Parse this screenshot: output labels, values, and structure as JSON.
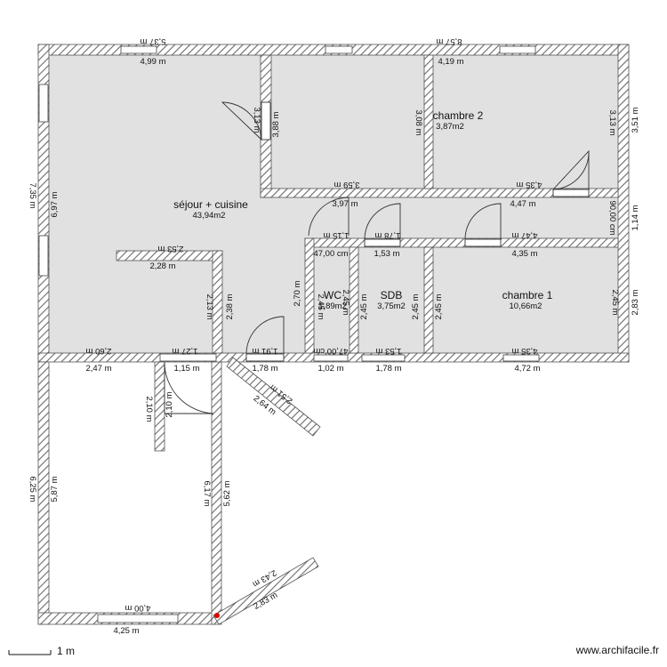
{
  "rooms": {
    "sejour": {
      "name": "séjour + cuisine",
      "area": "43,94m2"
    },
    "chambre2": {
      "name": "chambre 2",
      "area": "3,87m2"
    },
    "chambre1": {
      "name": "chambre 1",
      "area": "10,66m2"
    },
    "sdb": {
      "name": "SDB",
      "area": "3,75m2"
    },
    "wc": {
      "name": "WC",
      "area": "1,89m2"
    }
  },
  "dims": {
    "top_outer_left": "5,37 m",
    "top_inner_left": "4,99 m",
    "top_outer_right": "8,57 m",
    "top_inner_right": "4,19 m",
    "left_outer": "7,35 m",
    "left_inner": "6,97 m",
    "ch2_left_a": "3,13 m",
    "ch2_left_b": "3,88 m",
    "ch2_mid": "3,08 m",
    "ch2_right_inner": "3,13 m",
    "right_outer_top": "3,51 m",
    "ch2_bottom_a": "3,59 m",
    "ch2_bottom_b": "3,97 m",
    "ch2_bottom_c": "4,35 m",
    "ch2_bottom_d": "4,47 m",
    "corr_right": "90,00 cm",
    "right_114": "1,14 m",
    "corr_a": "1,15 m",
    "corr_b": "1,78 m",
    "corr_c": "4,47 m",
    "corr_d": "47,00 cm",
    "corr_e": "1,53 m",
    "corr_f": "4,35 m",
    "shelf_a": "2,53 m",
    "shelf_b": "2,28 m",
    "shelf_c": "2,13 m",
    "shelf_d": "2,38 m",
    "wall_270": "2,70 m",
    "wc_a": "2,45 m",
    "wc_b": "2,45 m",
    "sdb_a": "2,45 m",
    "sdb_b": "2,45 m",
    "ch1_a": "2,45 m",
    "right_outer_bottom": "2,83 m",
    "midwall_a": "2,60 m",
    "midwall_b": "2,47 m",
    "midwall_c": "1,27 m",
    "midwall_d": "1,15 m",
    "midwall_e": "1,91 m",
    "midwall_f": "1,78 m",
    "midwall_g": "47,00 cm",
    "midwall_h": "1,02 m",
    "midwall_i": "1,53 m",
    "midwall_j": "1,78 m",
    "midwall_k": "4,35 m",
    "midwall_l": "4,72 m",
    "diag_a": "2,51 m",
    "diag_b": "2,64 m",
    "part_a": "2,10 m",
    "part_b": "2,10 m",
    "garage_left_outer": "6,25 m",
    "garage_left_inner": "5,87 m",
    "garage_right_a": "6,17 m",
    "garage_right_b": "5,62 m",
    "garage_bottom_a": "4,00 m",
    "garage_bottom_b": "4,25 m",
    "diag2_a": "2,43 m",
    "diag2_b": "2,83 m"
  },
  "footer": {
    "scale_label": "1 m",
    "brand": "www.archifacile.fr"
  },
  "colors": {
    "wall": "#7a7a7a",
    "floor": "#e1e1e1",
    "accent": "#e00000"
  }
}
